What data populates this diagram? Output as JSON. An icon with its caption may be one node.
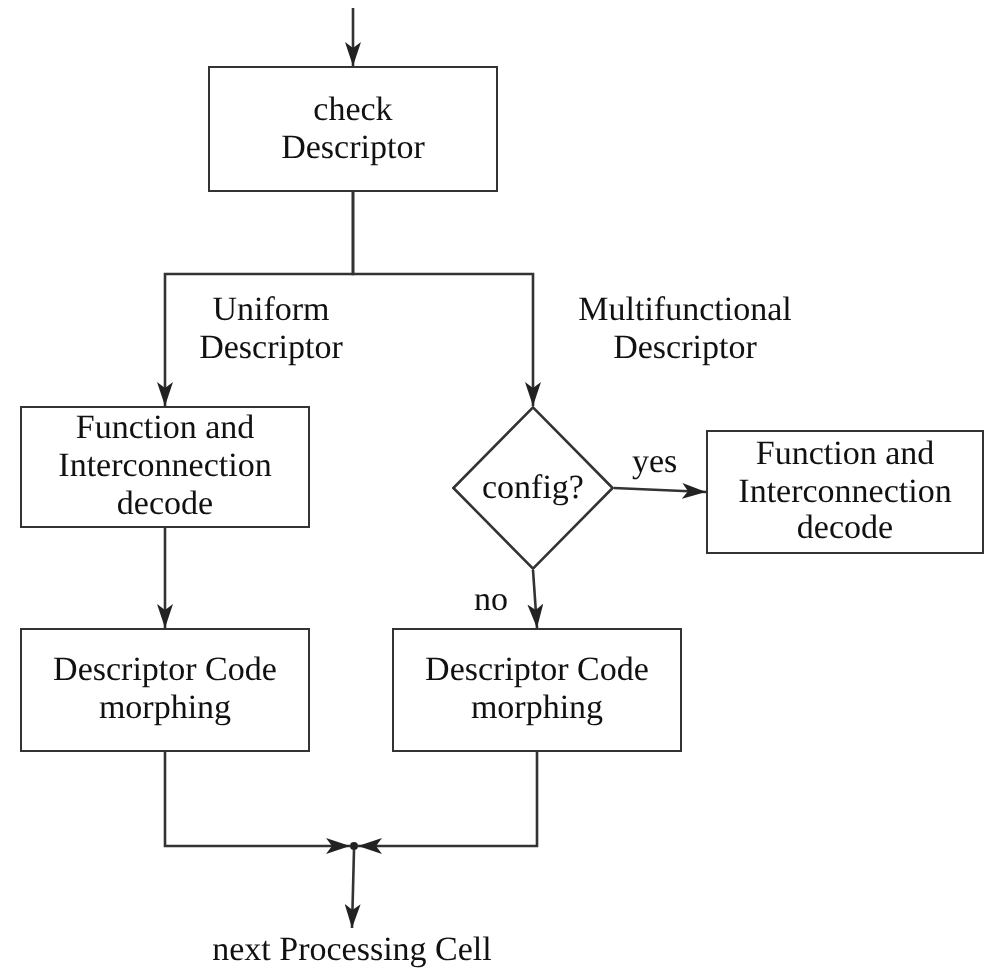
{
  "diagram": {
    "nodes": [
      {
        "text": [
          "check Descriptor"
        ]
      },
      {
        "text": [
          "Function and Interconnection decode"
        ]
      },
      {
        "text": [
          "config?"
        ]
      },
      {
        "text": [
          "Function and Interconnection decode"
        ]
      },
      {
        "text": [
          "Descriptor Code morphing"
        ]
      },
      {
        "text": [
          "Descriptor Code morphing"
        ]
      },
      {
        "text": [],
        "shape": "point"
      },
      {
        "text": [
          "next Processing Cell"
        ]
      }
    ],
    "edges": [
      {
        "from": null,
        "to": 0,
        "arrow": "to"
      },
      {
        "from": 0,
        "to": 1,
        "arrow": "to",
        "label": "Uniform Descriptor"
      },
      {
        "from": 0,
        "to": 2,
        "arrow": "to",
        "label": "Multifunctional Descriptor"
      },
      {
        "from": 2,
        "to": 3,
        "arrow": "to",
        "label": "yes"
      },
      {
        "from": 2,
        "to": 5,
        "arrow": "to",
        "label": "no"
      },
      {
        "from": 1,
        "to": 4,
        "arrow": "to"
      },
      {
        "from": 4,
        "to": 6,
        "arrow": "to"
      },
      {
        "from": 5,
        "to": 6,
        "arrow": "to"
      },
      {
        "from": 6,
        "to": 7,
        "arrow": "to"
      }
    ]
  }
}
